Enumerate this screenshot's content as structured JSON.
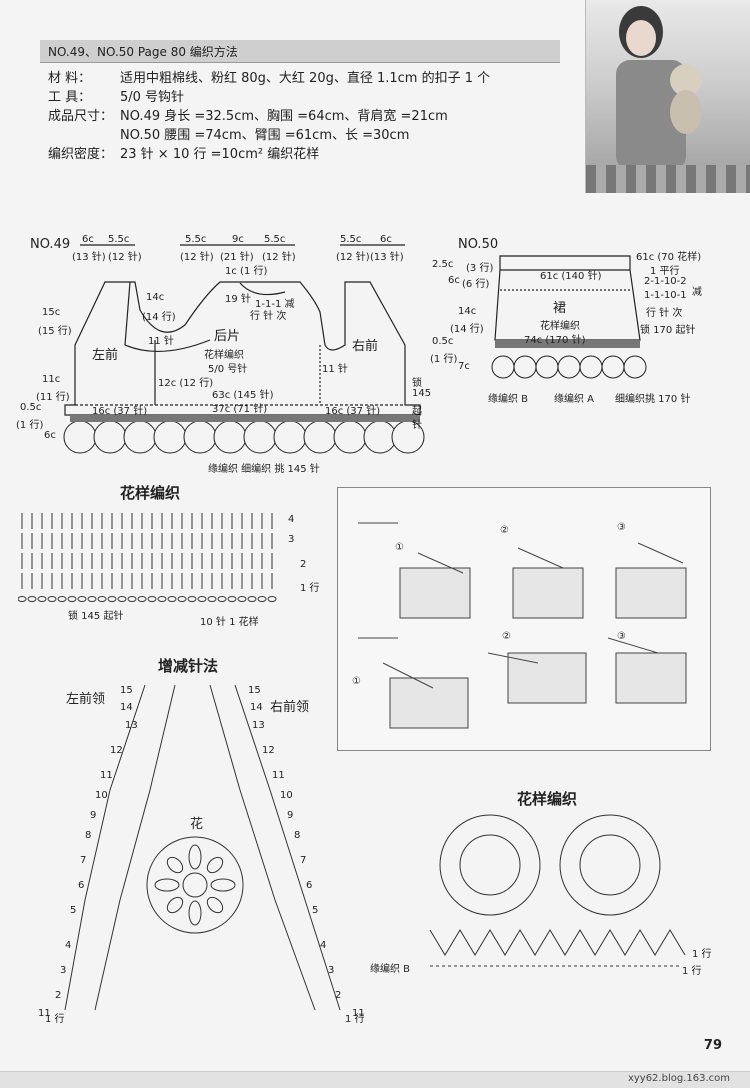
{
  "header": {
    "bar": "NO.49、NO.50      Page 80      编织方法",
    "row1_label": "材      料：",
    "row1_value": "适用中粗棉线、粉红 80g、大红 20g、直径 1.1cm 的扣子 1 个",
    "row2_label": "工      具：",
    "row2_value": "5/0 号钩针",
    "row3_label": "成品尺寸：",
    "row3_value": "NO.49 身长 =32.5cm、胸围 =64cm、背肩宽 =21cm",
    "row4_value": "NO.50 腰围 =74cm、臂围 =61cm、长 =30cm",
    "row5_label": "编织密度：",
    "row5_value": "23 针 × 10 行 =10cm² 编织花样"
  },
  "no49": {
    "label": "NO.49",
    "top_left_a": "6c",
    "top_left_b": "5.5c",
    "top_left_a2": "(13 针)",
    "top_left_b2": "(12 针)",
    "top_mid_a": "5.5c",
    "top_mid_b": "9c",
    "top_mid_c": "5.5c",
    "top_mid_a2": "(12 针)",
    "top_mid_b2": "(21 针)",
    "top_mid_c2": "(12 针)",
    "top_right_a": "5.5c",
    "top_right_b": "6c",
    "top_right_a2": "(12 针)",
    "top_right_b2": "(13 针)",
    "back_neck_1": "1c (1 行)",
    "back_neck_2": "19 针",
    "back_neck_3": "1-1-1 减",
    "back_neck_4": "行 针 次",
    "s15": "15c",
    "s15r": "(15 行)",
    "s14": "14c",
    "s14r": "(14 行)",
    "s11": "11 针",
    "s11b": "11 针",
    "s11c": "11c",
    "s11cr": "(11 行)",
    "s05": "0.5c",
    "s05r": "(1 行)",
    "s6c": "6c",
    "left_front": "左前",
    "back": "后片",
    "right_front": "右前",
    "pattern_a": "花样编织",
    "pattern_b": "5/0 号针",
    "s12": "12c (12 行)",
    "bottom1": "63c (145 针)",
    "bottom2": "37c (71 针)",
    "bottom_l": "16c (37 针)",
    "bottom_r": "16c (37 针)",
    "chain": "锁",
    "chain2": "145",
    "chain3": "起",
    "chain4": "针",
    "edge_caption": "缘编织   细编织   挑 145 针"
  },
  "no50": {
    "label": "NO.50",
    "r1": "2.5c",
    "r1b": "(3 行)",
    "r2": "6c",
    "r2b": "(6 行)",
    "top": "61c (140 针)",
    "right1": "61c (70 花样)",
    "right2": "1 平行",
    "right3": "2-1-10-2",
    "right4": "1-1-10-1",
    "right5": "行 针 次",
    "right6": "减",
    "skirt": "裙",
    "skirt_pattern": "花样编织",
    "bottom": "74c (170 针)",
    "s14": "14c",
    "s14b": "(14 行)",
    "s05": "0.5c",
    "s05b": "(1 行)",
    "s7": "7c",
    "chain170": "锁 170 起针",
    "edge_b": "缘编织 B",
    "edge_a": "缘编织 A",
    "edge_fine": "细编织挑 170 针"
  },
  "pattern1": {
    "title": "花样编织",
    "rows": [
      "4",
      "3",
      "2",
      "1 行"
    ],
    "chain": "锁 145 起针",
    "repeat": "10 针 1 花样"
  },
  "increase": {
    "title": "增减针法",
    "left": "左前领",
    "right": "右前领",
    "flower": "花",
    "nums_left": [
      "15",
      "14",
      "13",
      "12",
      "11",
      "10",
      "9",
      "8",
      "7",
      "6",
      "5",
      "4",
      "3",
      "2",
      "1 行",
      "11"
    ],
    "nums_right": [
      "15",
      "14",
      "13",
      "12",
      "11",
      "10",
      "9",
      "8",
      "7",
      "6",
      "5",
      "4",
      "3",
      "2",
      "1 行",
      "11"
    ]
  },
  "pattern2": {
    "title": "花样编织",
    "edge_b": "缘编织 B",
    "row1": "1 行",
    "row1b": "1 行"
  },
  "steps": {
    "s1": "①",
    "s2": "②",
    "s3": "③"
  },
  "page_number": "79",
  "footer": "xyy62.blog.163.com"
}
